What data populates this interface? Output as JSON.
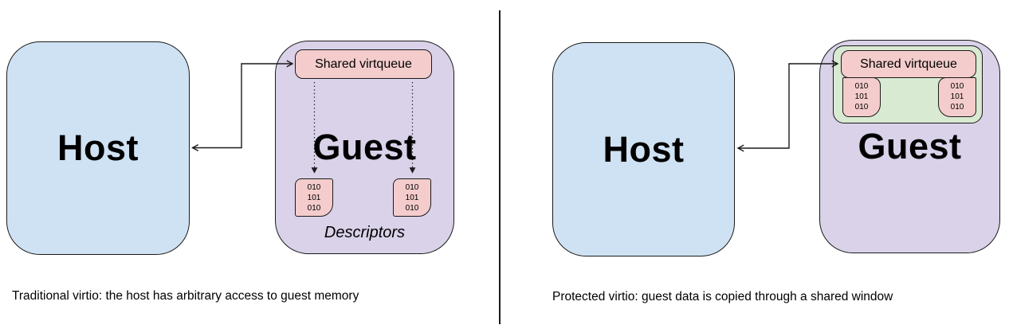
{
  "palette": {
    "host_fill": "#cfe2f3",
    "guest_fill": "#d9d2e9",
    "shared_window_fill": "#d9ead3",
    "descriptor_fill": "#f4cccc",
    "stroke": "#1a1a1a"
  },
  "left_panel": {
    "host_label": "Host",
    "guest_label": "Guest",
    "virtqueue_label": "Shared virtqueue",
    "descriptors_label": "Descriptors",
    "descriptor_bits": [
      "010",
      "101",
      "010"
    ],
    "caption": "Traditional virtio: the host has arbitrary access to guest memory"
  },
  "right_panel": {
    "host_label": "Host",
    "guest_label": "Guest",
    "virtqueue_label": "Shared virtqueue",
    "descriptor_bits": [
      "010",
      "101",
      "010"
    ],
    "caption": "Protected virtio: guest data is copied through a shared window"
  }
}
